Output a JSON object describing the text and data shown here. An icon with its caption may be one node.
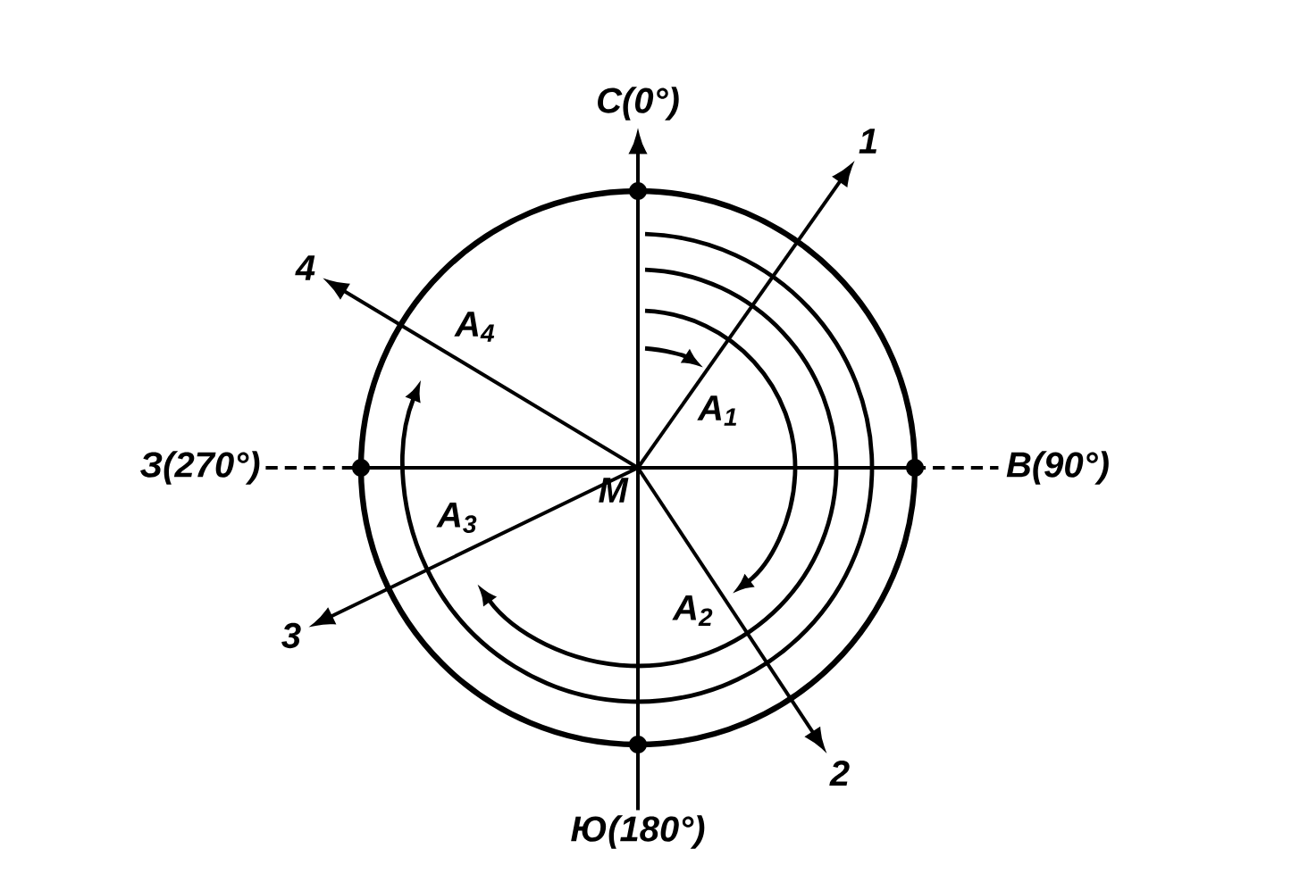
{
  "diagram": {
    "nodes": [
      {
        "text": [
          "M"
        ]
      },
      {
        "text": [
          "С(0°)"
        ]
      },
      {
        "text": [
          "В(90°)"
        ]
      },
      {
        "text": [
          "Ю(180°)"
        ]
      },
      {
        "text": [
          "З(270°)"
        ]
      },
      {
        "text": [
          "1"
        ]
      },
      {
        "text": [
          "2"
        ]
      },
      {
        "text": [
          "3"
        ]
      },
      {
        "text": [
          "4"
        ]
      }
    ],
    "edges": [
      {
        "from": 0,
        "to": 5,
        "arrow": "to"
      },
      {
        "from": 0,
        "to": 6,
        "arrow": "to"
      },
      {
        "from": 0,
        "to": 7,
        "arrow": "to"
      },
      {
        "from": 0,
        "to": 8,
        "arrow": "to"
      },
      {
        "from": 3,
        "to": 1,
        "arrow": "to"
      },
      {
        "from": 4,
        "to": 2,
        "arrow": "none",
        "style": "dashed"
      }
    ],
    "labels": [
      "A$_{1}$",
      "A$_{2}$",
      "A$_{3}$",
      "A$_{4}$"
    ]
  }
}
